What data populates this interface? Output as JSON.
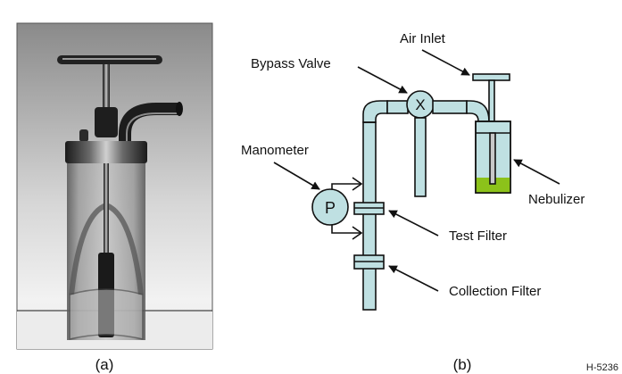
{
  "figure": {
    "panel_a": {
      "caption": "(a)",
      "description": "Photograph of nebulizer with T-handle plunger, curved outlet tube, cylindrical glass body"
    },
    "panel_b": {
      "caption": "(b)",
      "labels": {
        "air_inlet": "Air Inlet",
        "bypass_valve": "Bypass Valve",
        "manometer": "Manometer",
        "nebulizer": "Nebulizer",
        "test_filter": "Test Filter",
        "collection_filter": "Collection Filter"
      },
      "symbols": {
        "valve": "X",
        "manometer": "P"
      },
      "colors": {
        "pipe_fill": "#bfe0e2",
        "outline": "#111111",
        "liquid": "#8cc21a",
        "rod": "#c8c8c8"
      }
    },
    "figure_id": "H-5236"
  }
}
